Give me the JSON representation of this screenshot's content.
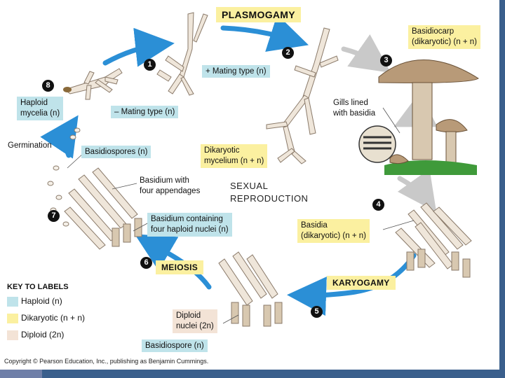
{
  "title_plasmogamy": "PLASMOGAMY",
  "title_karyogamy": "KARYOGAMY",
  "title_meiosis": "MEIOSIS",
  "sexual_line1": "SEXUAL",
  "sexual_line2": "REPRODUCTION",
  "steps": [
    "1",
    "2",
    "3",
    "4",
    "5",
    "6",
    "7",
    "8"
  ],
  "labels": {
    "plus_mating": "+ Mating type (n)",
    "minus_mating": "– Mating type (n)",
    "haploid_mycelia_1": "Haploid",
    "haploid_mycelia_2": "mycelia (n)",
    "germination": "Germination",
    "basidiospores": "Basidiospores (n)",
    "dikaryotic_mycelium_1": "Dikaryotic",
    "dikaryotic_mycelium_2": "mycelium (n + n)",
    "basidiocarp_1": "Basidiocarp",
    "basidiocarp_2": "(dikaryotic) (n + n)",
    "gills_1": "Gills lined",
    "gills_2": "with basidia",
    "basidium_four_app_1": "Basidium with",
    "basidium_four_app_2": "four appendages",
    "basidium_containing_1": "Basidium containing",
    "basidium_containing_2": "four haploid nuclei (n)",
    "basidia_1": "Basidia",
    "basidia_2": "(dikaryotic) (n + n)",
    "diploid_nuclei_1": "Diploid",
    "diploid_nuclei_2": "nuclei (2n)",
    "basidiospore": "Basidiospore (n)"
  },
  "key": {
    "title": "KEY TO LABELS",
    "items": [
      {
        "label": "Haploid (n)",
        "color": "#bfe3ea"
      },
      {
        "label": "Dikaryotic (n + n)",
        "color": "#fbf0a0"
      },
      {
        "label": "Diploid (2n)",
        "color": "#f3e3d6"
      }
    ]
  },
  "copyright": "Copyright © Pearson Education, Inc., publishing as Benjamin Cummings.",
  "colors": {
    "arrow": "#2b8fd6",
    "hypha": "#efe6da",
    "hypha_stroke": "#8a7a6a",
    "mushroom": "#b89a78",
    "grass": "#3f9a3a"
  }
}
